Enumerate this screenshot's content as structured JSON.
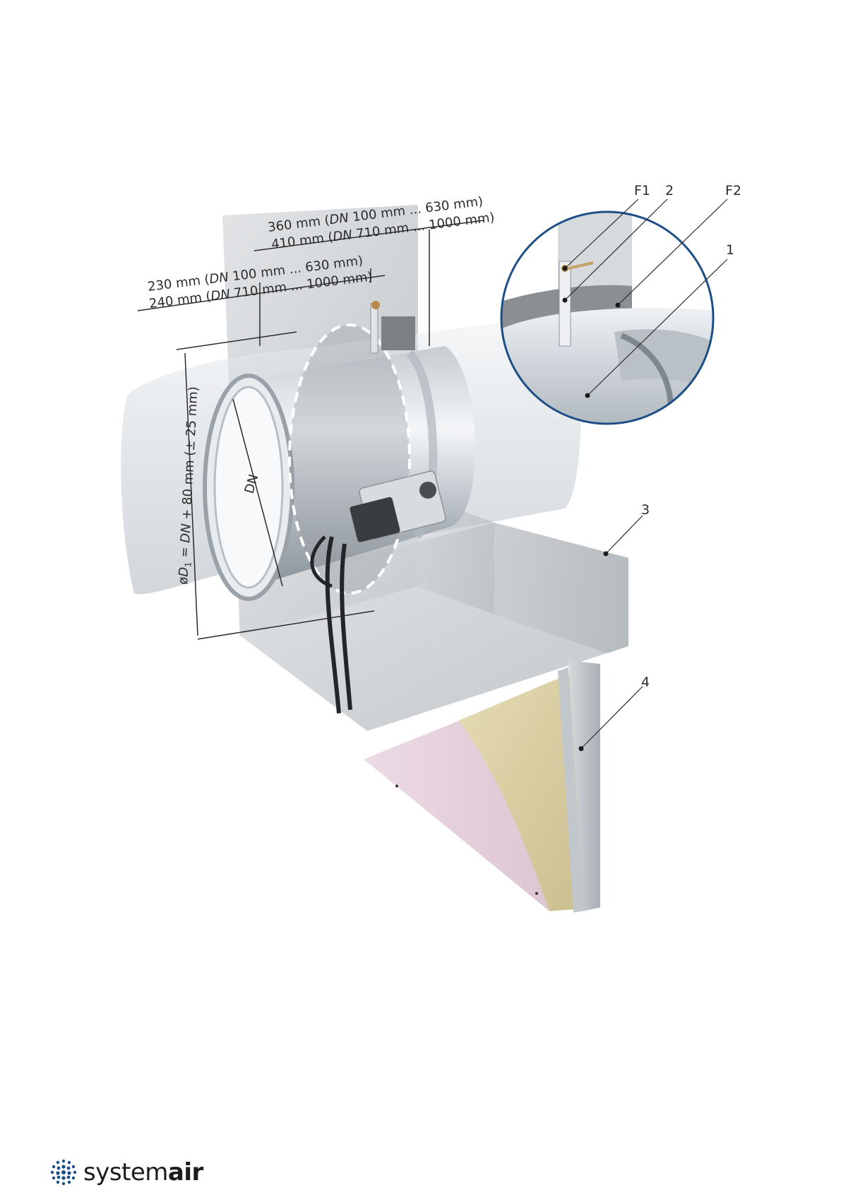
{
  "dimensions": {
    "top_line1": {
      "pre": "360 mm (",
      "dn": "DN",
      "post": " 100 mm ... 630 mm)"
    },
    "top_line2": {
      "pre": "410 mm (",
      "dn": "DN",
      "post": " 710 mm ... 1000 mm)"
    },
    "mid_line1": {
      "pre": "230 mm (",
      "dn": "DN",
      "post": " 100 mm ... 630 mm)"
    },
    "mid_line2": {
      "pre": "240 mm (",
      "dn": "DN",
      "post": " 710 mm ... 1000 mm)"
    },
    "dn": "DN",
    "d1": {
      "pre": "ø",
      "d": "D",
      "sub": "1",
      "eq": " = ",
      "dn": "DN",
      "post": " + 80 mm (± 25 mm)"
    }
  },
  "callouts": {
    "f1": "F1",
    "c2": "2",
    "f2": "F2",
    "c1": "1",
    "c3": "3",
    "c4": "4"
  },
  "brand": {
    "light": "system",
    "bold": "air"
  },
  "colors": {
    "accent": "#1d4f86",
    "concrete": "#d3d6d8",
    "duct": "#c8cdd2",
    "wool": "#d9cfa4",
    "board": "#e6cfdc"
  }
}
